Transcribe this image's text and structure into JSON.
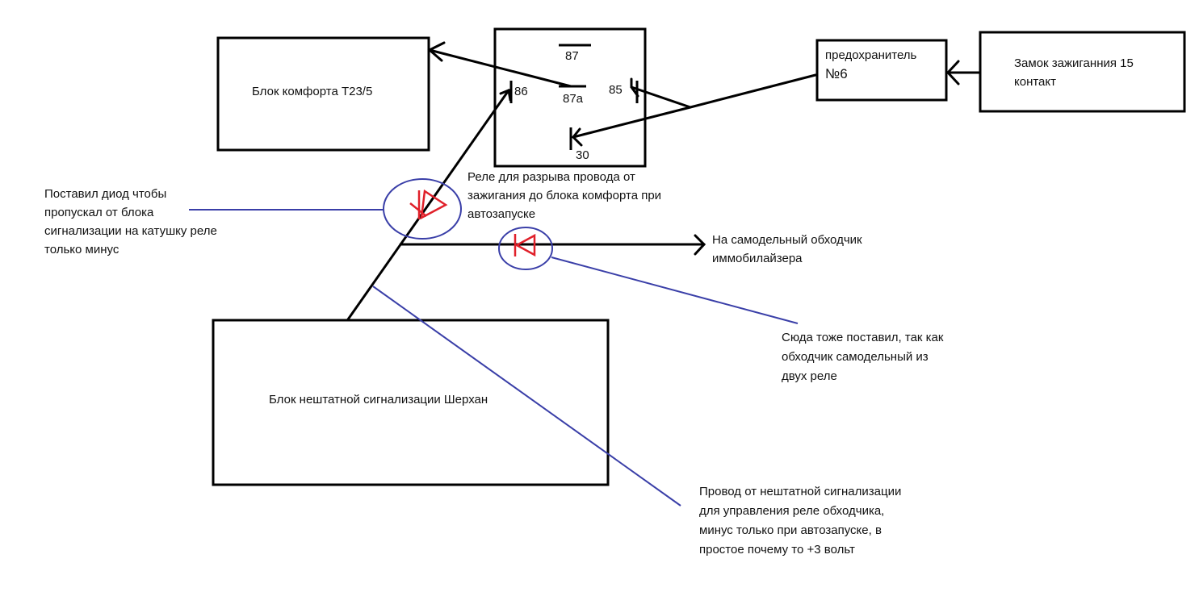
{
  "blocks": {
    "comfort": "Блок комфорта Т23/5",
    "fuse_line1": "предохранитель",
    "fuse_line2": "№6",
    "ignition_line1": "Замок зажиганния 15",
    "ignition_line2": "контакт",
    "alarm": "Блок нештатной сигнализации Шерхан"
  },
  "relay": {
    "pin_87": "87",
    "pin_87a": "87a",
    "pin_86": "86",
    "pin_85": "85",
    "pin_30": "30",
    "caption_line1": "Реле для разрыва провода от",
    "caption_line2": "зажигания до блока комфорта при",
    "caption_line3": "автозапуске"
  },
  "annotations": {
    "diode1_line1": "Поставил диод чтобы",
    "diode1_line2": "пропускал от блока",
    "diode1_line3": "сигнализации на катушку реле",
    "diode1_line4": "только минус",
    "immo_line1": "На самодельный обходчик",
    "immo_line2": "иммобилайзера",
    "diode2_line1": "Сюда тоже поставил, так как",
    "diode2_line2": "обходчик самодельный из",
    "diode2_line3": "двух реле",
    "wire_line1": "Провод от нештатной сигнализации",
    "wire_line2": "для управления реле обходчика,",
    "wire_line3": "минус только при автозапуске, в",
    "wire_line4": "простое почему то +3 вольт"
  },
  "colors": {
    "wire": "#000000",
    "pointer": "#3a3fa8",
    "diode": "#e0202a"
  }
}
